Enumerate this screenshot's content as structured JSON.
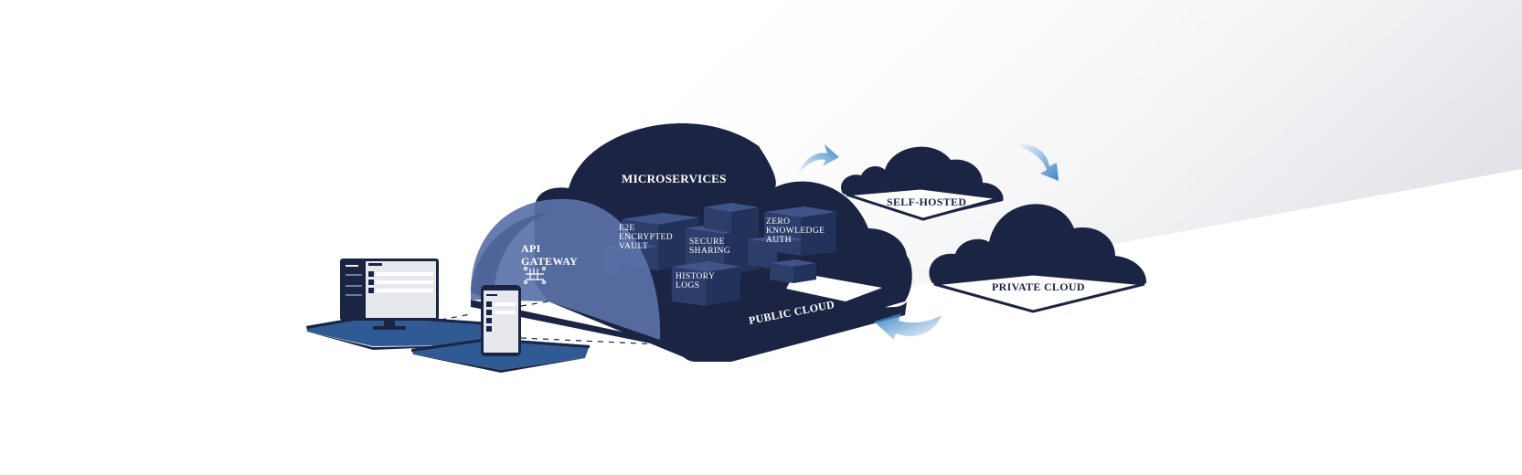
{
  "labels": {
    "microservices": "MICROSERVICES",
    "api_gateway_line1": "API",
    "api_gateway_line2": "GATEWAY",
    "public_cloud": "PUBLIC CLOUD",
    "self_hosted": "SELF-HOSTED",
    "private_cloud": "PRIVATE CLOUD"
  },
  "services": {
    "vault": [
      "E2E",
      "ENCRYPTED",
      "VAULT"
    ],
    "sharing": [
      "SECURE",
      "SHARING"
    ],
    "auth": [
      "ZERO",
      "KNOWLEDGE",
      "AUTH"
    ],
    "logs": [
      "HISTORY",
      "LOGS"
    ]
  },
  "colors": {
    "navy": "#1b2442",
    "cube_front": "#2d3e6b",
    "cube_top": "#3f5489",
    "gateway": "#5a72a8",
    "platform": "#2f5a94",
    "arrow": "#3f87c9"
  }
}
